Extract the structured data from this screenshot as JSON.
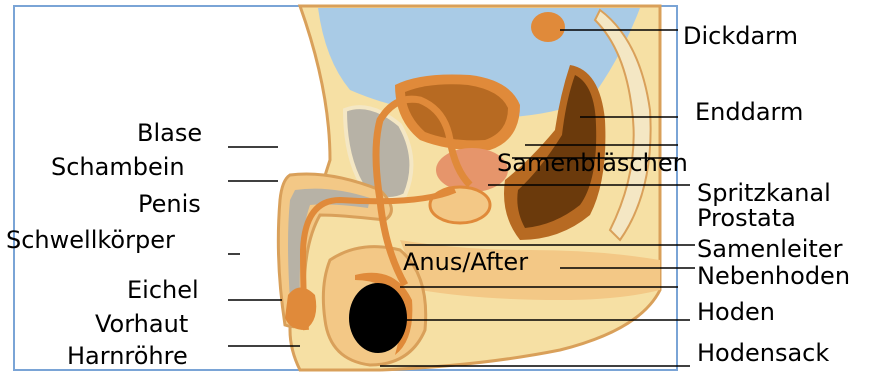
{
  "labels": {
    "dickdarm": "Dickdarm",
    "enddarm": "Enddarm",
    "blase": "Blase",
    "schambein": "Schambein",
    "penis": "Penis",
    "schwellkoerper": "Schwellkörper",
    "eichel": "Eichel",
    "vorhaut": "Vorhaut",
    "harnroehre": "Harnröhre",
    "samenblaeschen": "Samenbläschen",
    "spritzkanal": "Spritzkanal",
    "prostata": "Prostata",
    "samenleiter": "Samenleiter",
    "anus": "Anus/After",
    "nebenhoden": "Nebenhoden",
    "hoden": "Hoden",
    "hodensack": "Hodensack"
  },
  "colors": {
    "frame": "#7aa4d6",
    "skin": "#f3c886",
    "skin_dark": "#d9a05a",
    "body_inner": "#f6e0a4",
    "water": "#a9cbe6",
    "organ_orange": "#e08a3a",
    "organ_brown": "#b76a22",
    "bone": "#f4e7c4",
    "gray": "#b7b2a6",
    "rectum_dark": "#6b3a0c",
    "testis": "#000000",
    "prostate": "#e6956b"
  }
}
